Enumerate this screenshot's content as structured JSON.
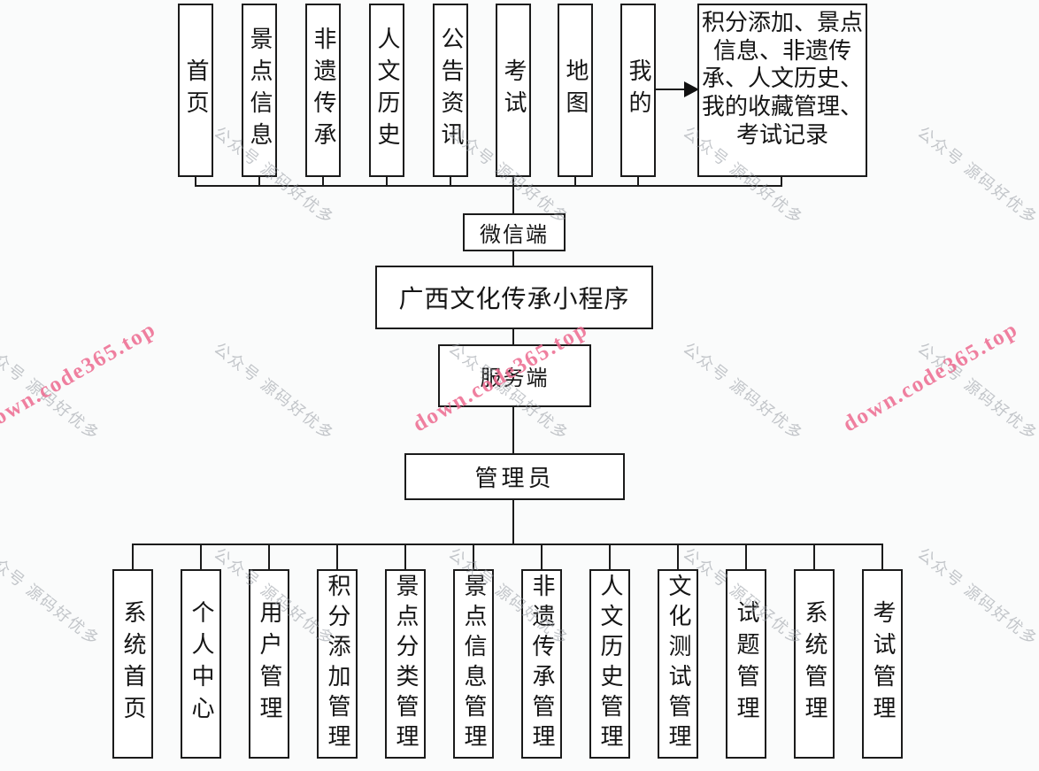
{
  "diagram": {
    "client": {
      "node_label": "微信端",
      "menu_items": [
        "首页",
        "景点信息",
        "非遗传承",
        "人文历史",
        "公告资讯",
        "考试",
        "地图",
        "我的"
      ],
      "my_detail": "积分添加、景点信息、非遗传承、人文历史、我的收藏管理、考试记录"
    },
    "app_title": "广西文化传承小程序",
    "server": {
      "node_label": "服务端",
      "admin_label": "管理员",
      "modules": [
        "系统首页",
        "个人中心",
        "用户管理",
        "积分添加管理",
        "景点分类管理",
        "景点信息管理",
        "非遗传承管理",
        "人文历史管理",
        "文化测试管理",
        "试题管理",
        "系统管理",
        "考试管理"
      ]
    }
  },
  "watermarks": {
    "gray_text": "公众号 源码好优多",
    "pink_text": "down.code365.top",
    "gray_color": "rgba(148,153,160,0.55)",
    "pink_color": "rgba(236,104,142,0.85)"
  },
  "colors": {
    "line": "#1b1b1b",
    "box_fill": "#ffffff",
    "background": "#fafbfb"
  }
}
